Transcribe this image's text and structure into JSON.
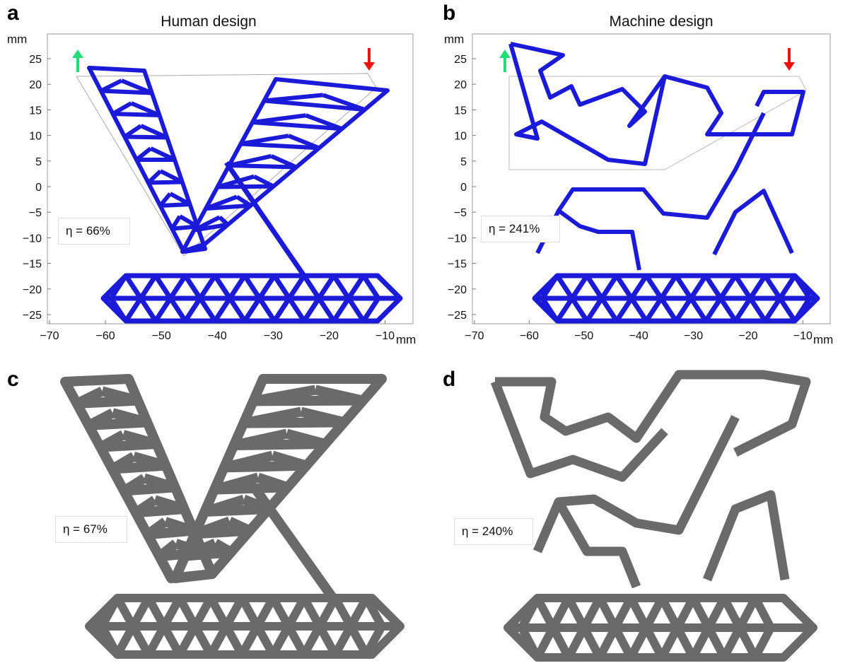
{
  "panels": {
    "a": {
      "letter": "a",
      "title": "Human design",
      "y_unit": "mm",
      "x_unit": "mm",
      "eta": "η = 66%"
    },
    "b": {
      "letter": "b",
      "title": "Machine design",
      "y_unit": "mm",
      "x_unit": "mm",
      "eta": "η = 241%"
    },
    "c": {
      "letter": "c",
      "eta": "η = 67%"
    },
    "d": {
      "letter": "d",
      "eta": "η = 240%"
    }
  },
  "axes": {
    "x_ticks": [
      "−70",
      "−60",
      "−50",
      "−40",
      "−30",
      "−20",
      "−10"
    ],
    "y_ticks": [
      "25",
      "20",
      "15",
      "10",
      "5",
      "0",
      "−5",
      "−10",
      "−15",
      "−20",
      "−25"
    ]
  },
  "colors": {
    "structure": "#1a1ad8",
    "stress_high": "#f0d020",
    "input_arrow": "#22dd77",
    "output_arrow": "#ee1111",
    "print": "#6a6a6a"
  },
  "arrows": {
    "input": "arrow-up",
    "output": "arrow-down"
  }
}
